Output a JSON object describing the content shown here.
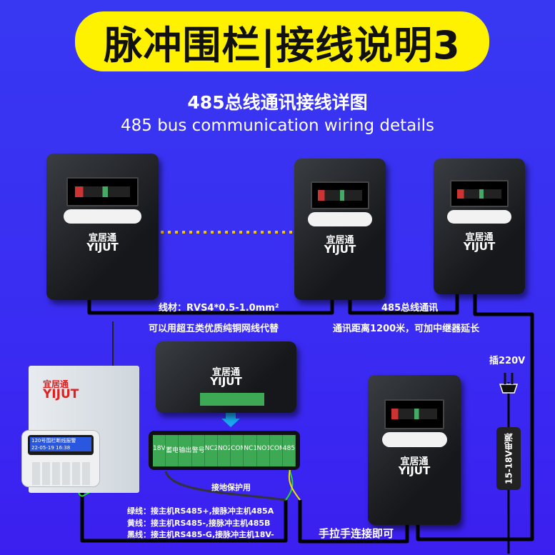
{
  "header": {
    "title": "脉冲围栏|接线说明3",
    "subtitle_cn": "485总线通讯接线详图",
    "subtitle_en": "485 bus communication wiring details"
  },
  "device": {
    "brand_cn": "宜居通",
    "brand_en": "YIJUT"
  },
  "labels": {
    "cable": "线材：RVS4*0.5-1.0mm²",
    "cable_alt": "可以用超五类优质纯铜网线代替",
    "bus": "485总线通讯",
    "distance": "通讯距离1200米，可加中继器延长",
    "plug": "插220V",
    "power": "15-18V电源",
    "ground": "接地保护用",
    "green": "绿线：接主机RS485+,接脉冲主机485A",
    "yellow": "黄线：接主机RS485-,接脉冲主机485B",
    "black": "黑线：接主机RS485-G,接脉冲主机18V-",
    "daisy": "手拉手连接即可"
  },
  "keypad": {
    "line1": "120号围栏断线报警",
    "line2": "22-05-19  16:38"
  },
  "terminals": [
    "18V",
    "蓄电池",
    "输出",
    "警号",
    "NC2",
    "NO2",
    "COM2",
    "NC1",
    "NO1",
    "COM1",
    "485"
  ],
  "colors": {
    "bg": "#3a30f2",
    "title_bg": "#fff200",
    "wire_green": "#22dd22",
    "wire_yellow": "#f5e000",
    "arrow": "#19a8f0",
    "dots": "#f5c400"
  }
}
